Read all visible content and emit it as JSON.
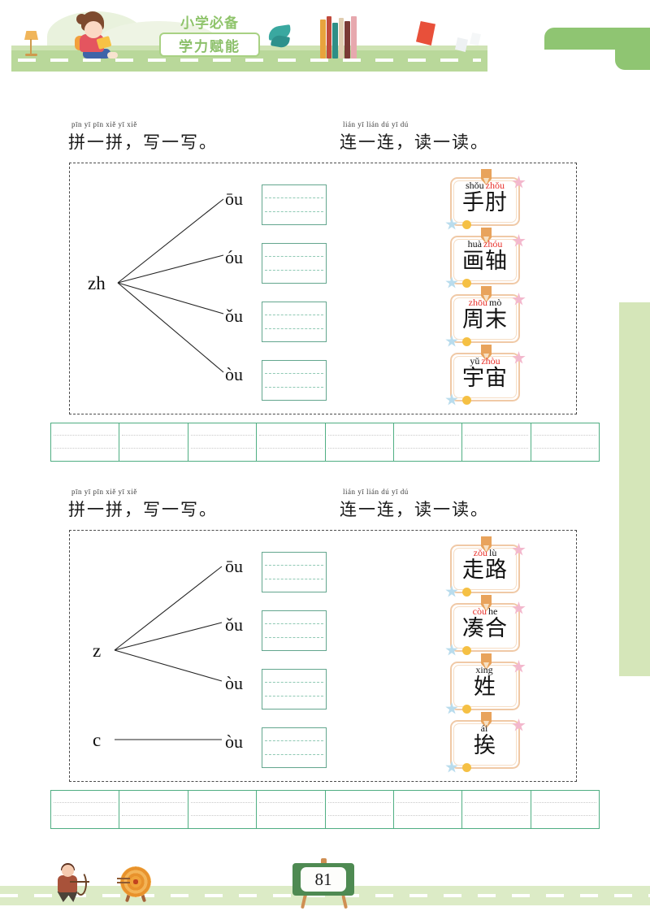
{
  "header": {
    "title_top": "小学必备",
    "title_box": "学力赋能",
    "icons": [
      "reading-girl",
      "desk-lamp",
      "scarf",
      "stacked-books",
      "flying-pages"
    ]
  },
  "sections": [
    {
      "id": "section-1",
      "headings": [
        {
          "pinyin_parts": [
            "pīn",
            "yī",
            "pīn"
          ],
          "pinyin_parts2": [
            "xiě",
            "yī",
            "xiě"
          ],
          "pinyin": "pīn yī pīn    xiě yī xiě",
          "chinese": "拼一拼，写一写。"
        },
        {
          "pinyin": "lián yī lián    dú yī dú",
          "chinese": "连一连，读一读。"
        }
      ],
      "tree": {
        "groups": [
          {
            "initial": "zh",
            "finals": [
              "ōu",
              "óu",
              "ǒu",
              "òu"
            ]
          }
        ]
      },
      "cards": [
        {
          "pinyin1": "shǒu",
          "pinyin1_color": "black",
          "pinyin2": "zhǒu",
          "pinyin2_color": "red",
          "word": "手肘"
        },
        {
          "pinyin1": "huà",
          "pinyin1_color": "black",
          "pinyin2": "zhóu",
          "pinyin2_color": "red",
          "word": "画轴"
        },
        {
          "pinyin1": "zhōu",
          "pinyin1_color": "red",
          "pinyin2": "mò",
          "pinyin2_color": "black",
          "word": "周末"
        },
        {
          "pinyin1": "yǔ",
          "pinyin1_color": "black",
          "pinyin2": "zhòu",
          "pinyin2_color": "red",
          "word": "宇宙"
        }
      ],
      "strip_cells": 8
    },
    {
      "id": "section-2",
      "headings": [
        {
          "pinyin": "pīn yī pīn    xiě yī xiě",
          "chinese": "拼一拼，写一写。"
        },
        {
          "pinyin": "lián yī lián    dú yī dú",
          "chinese": "连一连，读一读。"
        }
      ],
      "tree": {
        "groups": [
          {
            "initial": "z",
            "finals": [
              "ōu",
              "ǒu",
              "òu"
            ]
          },
          {
            "initial": "c",
            "finals": [
              "òu"
            ]
          }
        ]
      },
      "cards": [
        {
          "pinyin1": "zǒu",
          "pinyin1_color": "red",
          "pinyin2": "lù",
          "pinyin2_color": "black",
          "word": "走路"
        },
        {
          "pinyin1": "còu",
          "pinyin1_color": "red",
          "pinyin2": "he",
          "pinyin2_color": "black",
          "word": "凑合"
        },
        {
          "pinyin1": "xing",
          "pinyin1_color": "black",
          "pinyin2": "",
          "pinyin2_color": "black",
          "word": "姓"
        },
        {
          "pinyin1": "ái",
          "pinyin1_color": "black",
          "pinyin2": "",
          "pinyin2_color": "black",
          "word": "挨"
        }
      ],
      "strip_cells": 8
    }
  ],
  "footer": {
    "page_number": "81",
    "icons": [
      "archer",
      "archery-target",
      "easel-chalkboard"
    ]
  },
  "colors": {
    "green_accent": "#8fc572",
    "box_green": "#63a68e",
    "strip_green": "#4fae82",
    "pinyin_red": "#e8302a",
    "card_frame": "#f0c9a6",
    "road_green": "#b9d89a"
  }
}
